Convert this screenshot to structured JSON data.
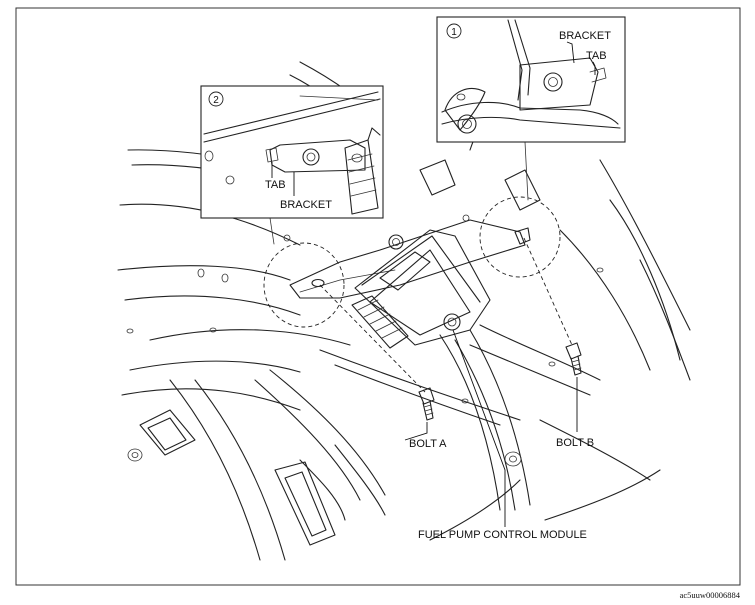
{
  "labels": {
    "detail_1_number": "1",
    "detail_2_number": "2",
    "bracket_1": "BRACKET",
    "tab_1": "TAB",
    "tab_2": "TAB",
    "bracket_2": "BRACKET",
    "bolt_a": "BOLT A",
    "bolt_b": "BOLT B",
    "module": "FUEL PUMP CONTROL MODULE"
  },
  "reference_code": "ac5uuw00006884",
  "colors": {
    "line": "#222222",
    "paper": "#ffffff",
    "frame": "#333333"
  }
}
